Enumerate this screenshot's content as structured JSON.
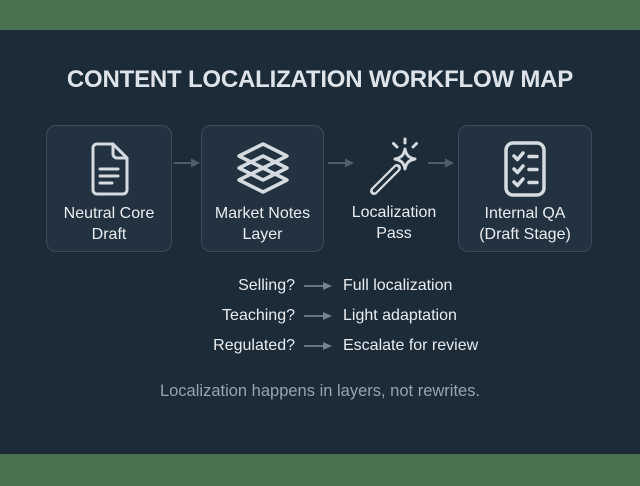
{
  "title": "CONTENT LOCALIZATION WORKFLOW MAP",
  "flow": {
    "steps": [
      {
        "icon": "document-icon",
        "label_line1": "Neutral Core",
        "label_line2": "Draft",
        "boxed": true
      },
      {
        "icon": "layers-icon",
        "label_line1": "Market Notes",
        "label_line2": "Layer",
        "boxed": true
      },
      {
        "icon": "magic-wand-icon",
        "label_line1": "Localization",
        "label_line2": "Pass",
        "boxed": false
      },
      {
        "icon": "checklist-icon",
        "label_line1": "Internal QA",
        "label_line2": "(Draft Stage)",
        "boxed": true
      }
    ]
  },
  "decision_rows": [
    {
      "question": "Selling?",
      "answer": "Full localization"
    },
    {
      "question": "Teaching?",
      "answer": "Light adaptation"
    },
    {
      "question": "Regulated?",
      "answer": "Escalate for review"
    }
  ],
  "caption": "Localization happens in layers, not rewrites.",
  "colors": {
    "background": "#1b2b38",
    "band_green": "#4a7150",
    "box_fill": "#223240",
    "box_border": "#3d4b59",
    "icon_stroke": "#d5dbdf",
    "text_primary": "#e9edf0",
    "text_muted": "#97a3ad",
    "title_color": "#dde3e8",
    "arrow_flow": "#4f5d68",
    "arrow_decision": "#76828d"
  }
}
